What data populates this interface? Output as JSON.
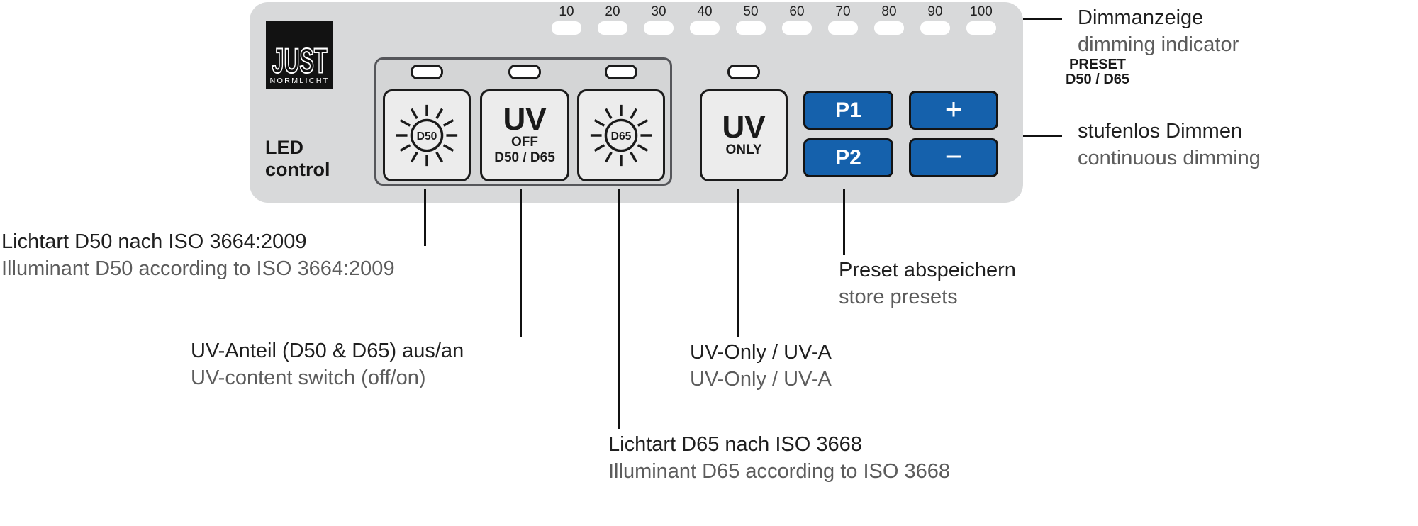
{
  "panel": {
    "logo": {
      "line1": "JUST",
      "line2": "NORMLICHT"
    },
    "brand": {
      "line1": "LED",
      "line2": "control"
    },
    "dimming_scale": {
      "labels": [
        "10",
        "20",
        "30",
        "40",
        "50",
        "60",
        "70",
        "80",
        "90",
        "100"
      ]
    },
    "preset_label": {
      "line1": "PRESET",
      "line2": "D50 / D65"
    },
    "buttons": {
      "d50": {
        "label": "D50"
      },
      "uv_off": {
        "line1": "UV",
        "line2": "OFF",
        "line3": "D50 / D65"
      },
      "d65": {
        "label": "D65"
      },
      "uv_only": {
        "line1": "UV",
        "line2": "ONLY"
      },
      "p1": {
        "label": "P1"
      },
      "p2": {
        "label": "P2"
      },
      "plus": {
        "label": "+"
      },
      "minus": {
        "label": "−"
      }
    }
  },
  "annotations": {
    "dimming": {
      "de": "Dimmanzeige",
      "en": "dimming indicator"
    },
    "continuous": {
      "de": "stufenlos Dimmen",
      "en": "continuous dimming"
    },
    "d50": {
      "de": "Lichtart D50 nach ISO 3664:2009",
      "en": "Illuminant D50 according to ISO 3664:2009"
    },
    "uv_content": {
      "de": "UV-Anteil (D50 & D65) aus/an",
      "en": "UV-content switch (off/on)"
    },
    "uv_only": {
      "de": "UV-Only / UV-A",
      "en": "UV-Only / UV-A"
    },
    "preset": {
      "de": "Preset abspeichern",
      "en": "store presets"
    },
    "d65": {
      "de": "Lichtart D65 nach ISO 3668",
      "en": "Illuminant D65 according to ISO 3668"
    }
  },
  "colors": {
    "panel_gray": "#d8d9da",
    "key_gray": "#ececec",
    "accent_blue": "#1561ac",
    "outline_black": "#1b1b1b",
    "text_black": "#1f1f1f",
    "text_gray": "#5c5c5c",
    "led_white": "#ffffff"
  }
}
